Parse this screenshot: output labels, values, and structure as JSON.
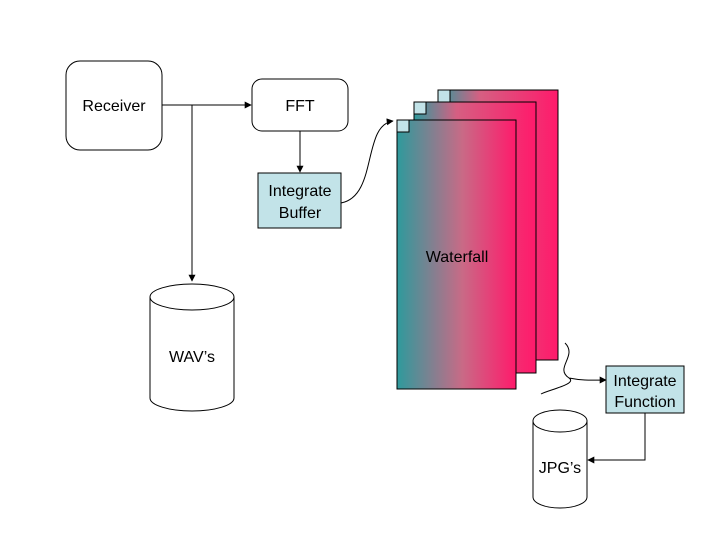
{
  "nodes": {
    "receiver": "Receiver",
    "fft": "FFT",
    "integrate_buffer": [
      "Integrate",
      "Buffer"
    ],
    "waterfall": "Waterfall",
    "wavs": "WAV’s",
    "integrate_function": [
      "Integrate",
      "Function"
    ],
    "jpgs": "JPG’s"
  },
  "colors": {
    "box_fill": "#c2e3e8",
    "teal": "#2e9a9c",
    "pink": "#ff1a6b",
    "stroke": "#000000"
  },
  "icons": {
    "arrowhead": "arrowhead-icon",
    "page_corner": "folded-corner-icon"
  }
}
